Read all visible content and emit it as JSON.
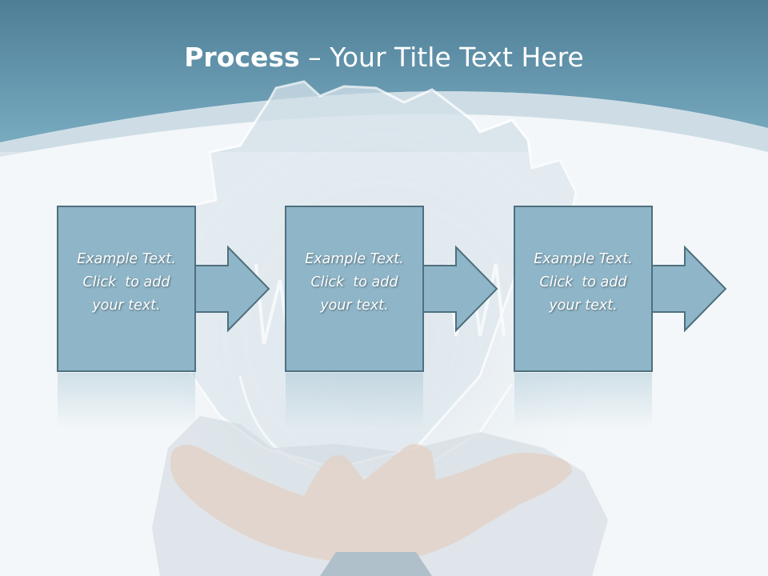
{
  "title": {
    "bold": "Process",
    "rest": " – Your Title Text Here"
  },
  "steps": [
    {
      "line1": "Example Text.",
      "line2": "Click  to add",
      "line3": "your text."
    },
    {
      "line1": "Example Text.",
      "line2": "Click  to add",
      "line3": "your text."
    },
    {
      "line1": "Example Text.",
      "line2": "Click  to add",
      "line3": "your text."
    }
  ],
  "colors": {
    "header": "#5e93ac",
    "box_fill": "#8fb6c8",
    "box_border": "#4f6f7e",
    "arrow_fill": "#8fb6c8",
    "background": "#f3f7f9"
  }
}
